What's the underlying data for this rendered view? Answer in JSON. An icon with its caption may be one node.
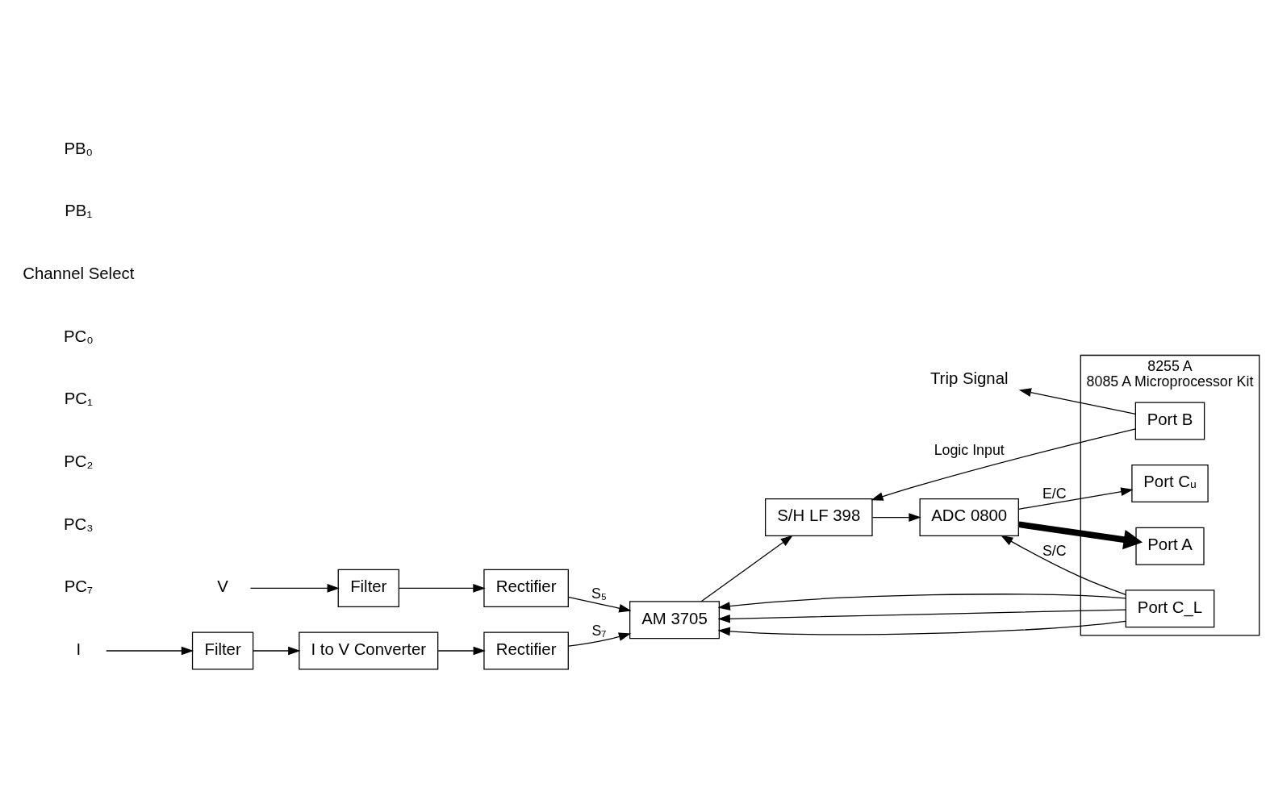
{
  "diagram": {
    "nodes": [
      {
        "text": [
          "Filter"
        ]
      },
      {
        "text": [
          "I to V Converter"
        ]
      },
      {
        "text": [
          "Rectifier"
        ]
      },
      {
        "text": [
          "Filter"
        ]
      },
      {
        "text": [
          "Rectifier"
        ]
      },
      {
        "text": [
          "AM 3705"
        ]
      },
      {
        "text": [
          "S/H LF 398"
        ]
      },
      {
        "text": [
          "ADC 0800"
        ]
      },
      {
        "text": [
          "8255 A",
          "8085 A Microprocessor Kit"
        ]
      },
      {
        "text": [
          "Port A"
        ],
        "in": 8
      },
      {
        "text": [
          "Port Cᵤ"
        ],
        "in": 8
      },
      {
        "text": [
          "Port C_L"
        ],
        "in": 8
      },
      {
        "text": [
          "Port B"
        ],
        "in": 8
      },
      {
        "text": [
          "I"
        ]
      },
      {
        "text": [
          "V"
        ]
      },
      {
        "text": [
          "Trip Signal"
        ]
      }
    ],
    "edges": [
      {
        "from": 13,
        "to": 0,
        "arrow": "to"
      },
      {
        "from": 0,
        "to": 1,
        "arrow": "to"
      },
      {
        "from": 1,
        "to": 2,
        "arrow": "to"
      },
      {
        "from": 2,
        "to": 5,
        "arrow": "to",
        "label": "S₇"
      },
      {
        "from": 14,
        "to": 3,
        "arrow": "to"
      },
      {
        "from": 3,
        "to": 4,
        "arrow": "to"
      },
      {
        "from": 4,
        "to": 5,
        "arrow": "to",
        "label": "S₅"
      },
      {
        "from": 5,
        "to": 6,
        "arrow": "to"
      },
      {
        "from": 6,
        "to": 7,
        "arrow": "to"
      },
      {
        "from": 7,
        "to": 9,
        "arrow": "to",
        "style": "thick"
      },
      {
        "from": 7,
        "to": 10,
        "arrow": "to",
        "label": "E/C"
      },
      {
        "from": 11,
        "to": 7,
        "arrow": "to",
        "label": "S/C"
      },
      {
        "from": 11,
        "to": 5,
        "arrow": "to"
      },
      {
        "from": 11,
        "to": 5,
        "arrow": "to"
      },
      {
        "from": 11,
        "to": 5,
        "arrow": "to"
      },
      {
        "from": 12,
        "to": 6,
        "arrow": "to",
        "label": "Logic Input"
      },
      {
        "from": 12,
        "to": 15,
        "arrow": "to"
      }
    ],
    "labels": [
      "PC₇",
      "PC₃",
      "PC₂",
      "PC₁",
      "PC₀",
      "Channel Select",
      "PB₁",
      "PB₀"
    ]
  }
}
